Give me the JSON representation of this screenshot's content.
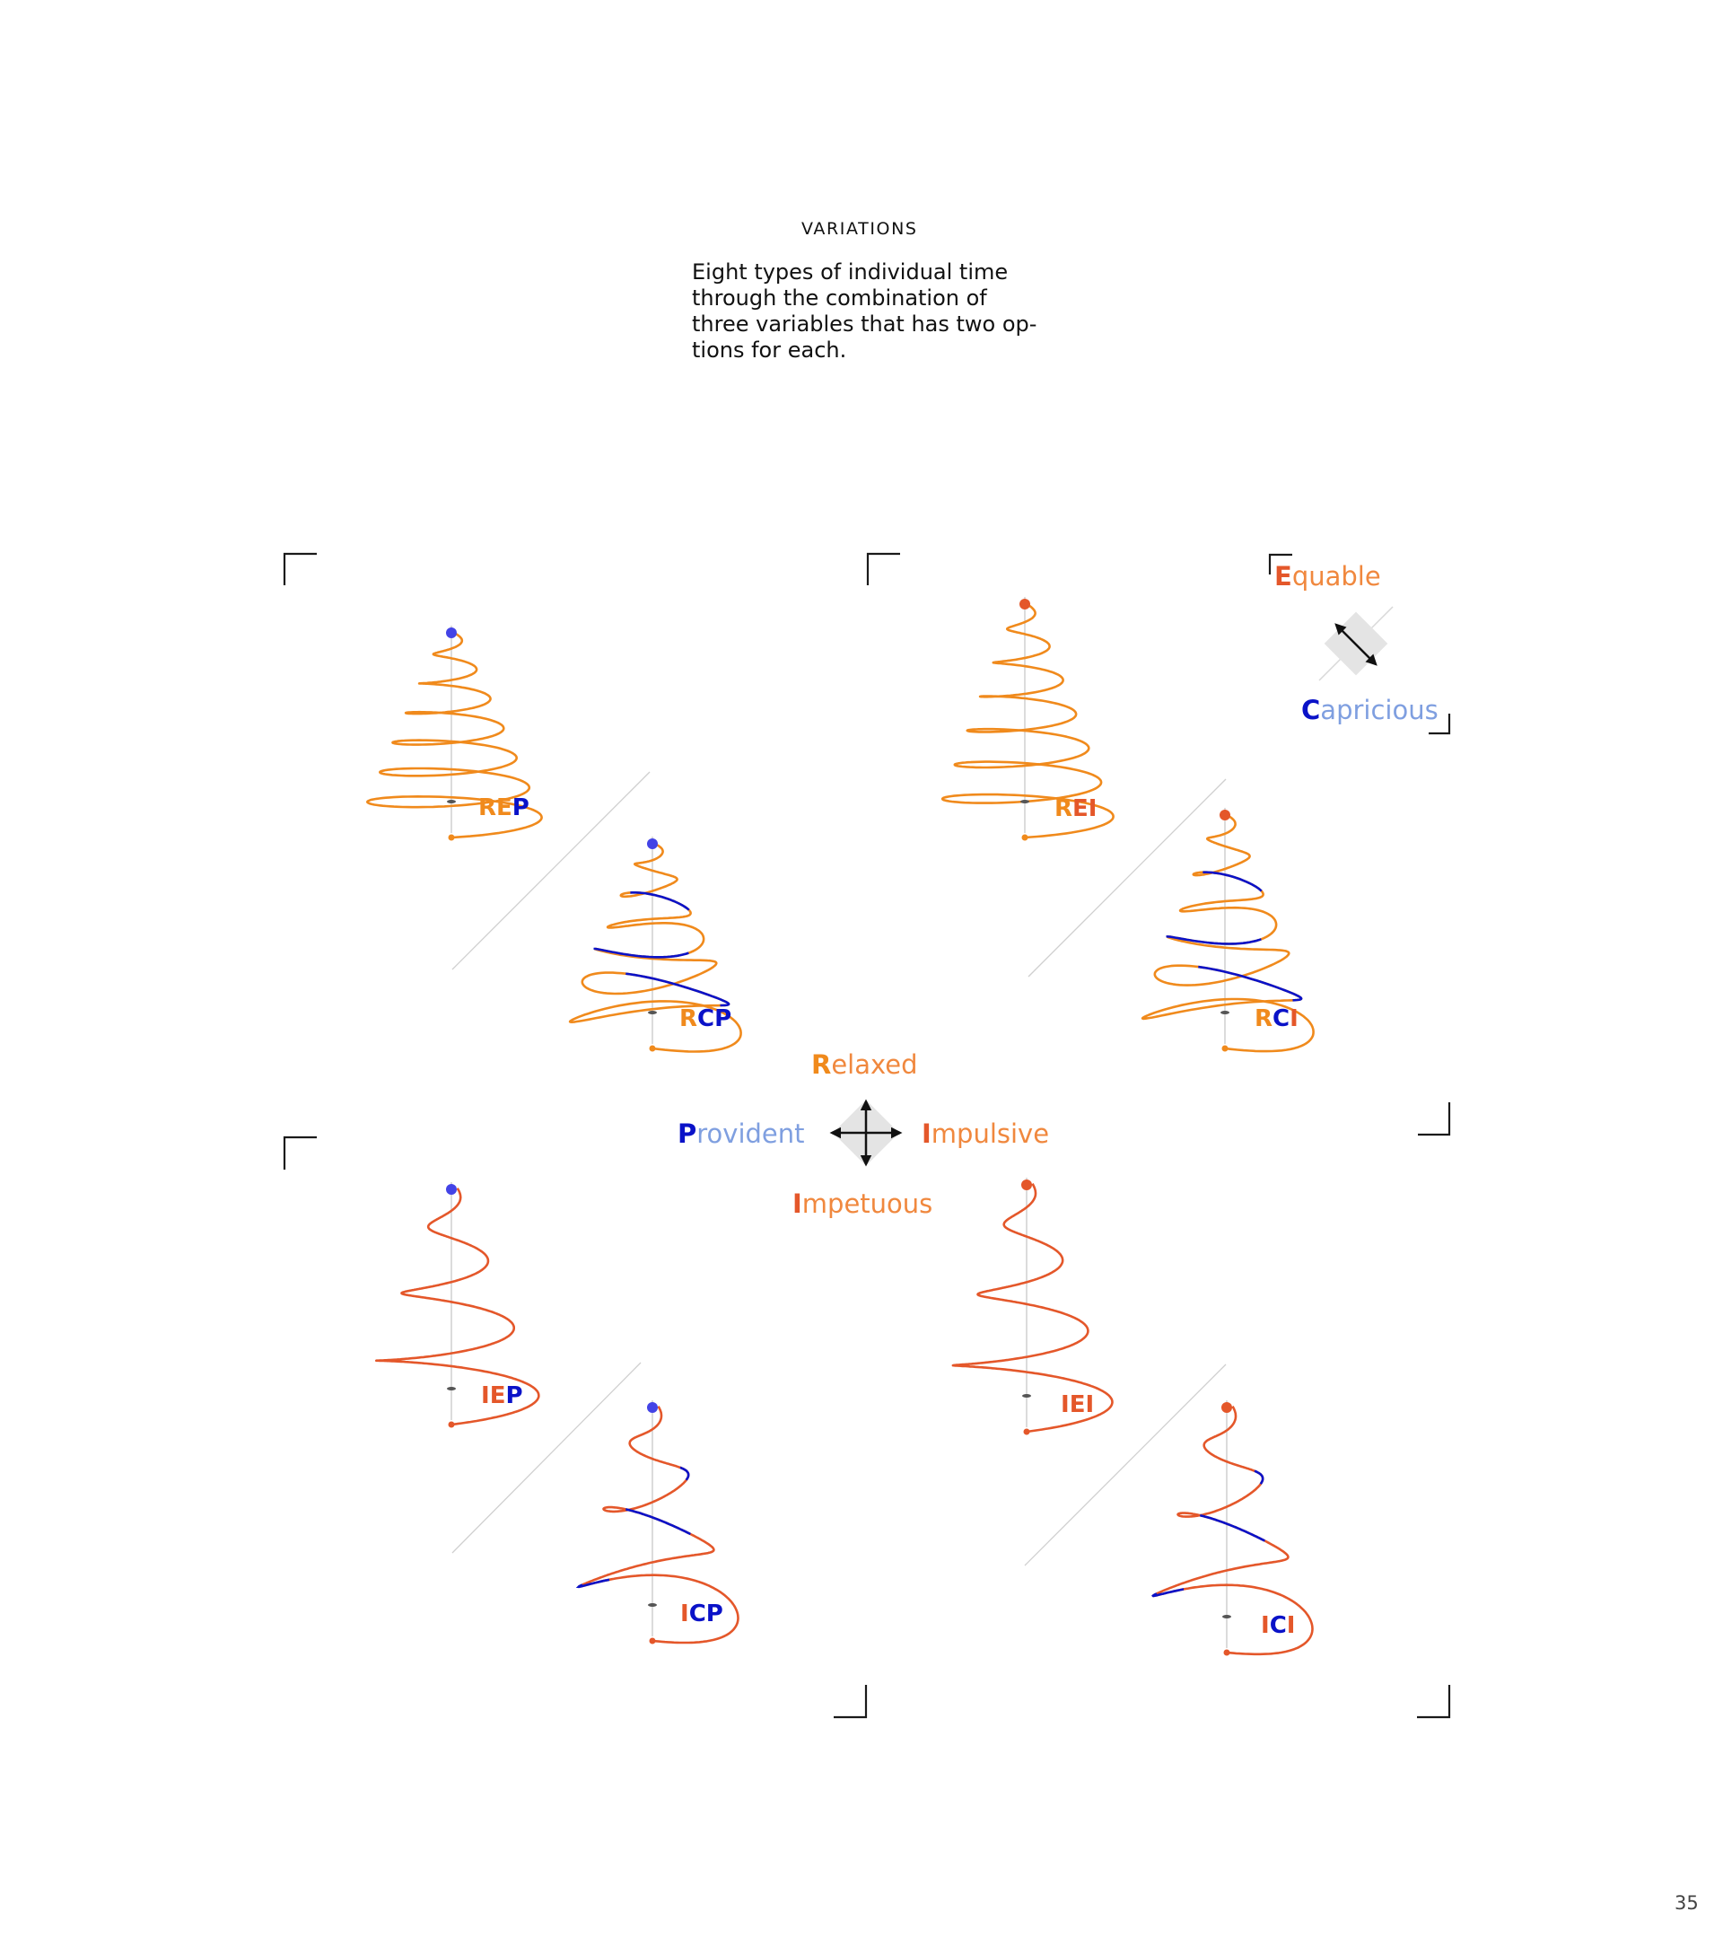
{
  "page": {
    "heading": "VARIATIONS",
    "intro": "Eight types of individual time\nthrough the combination of\nthree variables that has two op-\ntions for each.",
    "page_number": "35"
  },
  "legend": {
    "relaxed": {
      "initial": "R",
      "rest": "elaxed"
    },
    "impetuous": {
      "initial": "I",
      "rest": "mpetuous"
    },
    "provident": {
      "initial": "P",
      "rest": "rovident"
    },
    "impulsive": {
      "initial": "I",
      "rest": "mpulsive"
    },
    "equable": {
      "initial": "E",
      "rest": "quable"
    },
    "capricious": {
      "initial": "C",
      "rest": "apricious"
    }
  },
  "colors": {
    "relaxed": "#f08a1c",
    "impetuous": "#e4572a",
    "provident": "#0a12c8",
    "capricious_text": "#7f9fe0",
    "equable_text": "#f0883e",
    "axis": "#c8c8c8",
    "arrow_bg": "#e4e4e4",
    "frame": "#1a1a1a"
  },
  "variants": [
    {
      "code": "REP",
      "letters": [
        {
          "ch": "R",
          "color": "relaxed"
        },
        {
          "ch": "E",
          "color": "relaxed"
        },
        {
          "ch": "P",
          "color": "provident"
        }
      ],
      "tip": "provident"
    },
    {
      "code": "RCP",
      "letters": [
        {
          "ch": "R",
          "color": "relaxed"
        },
        {
          "ch": "C",
          "color": "provident"
        },
        {
          "ch": "P",
          "color": "provident"
        }
      ],
      "tip": "provident"
    },
    {
      "code": "REI",
      "letters": [
        {
          "ch": "R",
          "color": "relaxed"
        },
        {
          "ch": "E",
          "color": "impetuous"
        },
        {
          "ch": "I",
          "color": "impetuous"
        }
      ],
      "tip": "impetuous"
    },
    {
      "code": "RCI",
      "letters": [
        {
          "ch": "R",
          "color": "relaxed"
        },
        {
          "ch": "C",
          "color": "provident"
        },
        {
          "ch": "I",
          "color": "impetuous"
        }
      ],
      "tip": "impetuous"
    },
    {
      "code": "IEP",
      "letters": [
        {
          "ch": "I",
          "color": "impetuous"
        },
        {
          "ch": "E",
          "color": "impetuous"
        },
        {
          "ch": "P",
          "color": "provident"
        }
      ],
      "tip": "provident"
    },
    {
      "code": "ICP",
      "letters": [
        {
          "ch": "I",
          "color": "impetuous"
        },
        {
          "ch": "C",
          "color": "provident"
        },
        {
          "ch": "P",
          "color": "provident"
        }
      ],
      "tip": "provident"
    },
    {
      "code": "IEI",
      "letters": [
        {
          "ch": "I",
          "color": "impetuous"
        },
        {
          "ch": "E",
          "color": "impetuous"
        },
        {
          "ch": "I",
          "color": "impetuous"
        }
      ],
      "tip": "impetuous"
    },
    {
      "code": "ICI",
      "letters": [
        {
          "ch": "I",
          "color": "impetuous"
        },
        {
          "ch": "C",
          "color": "provident"
        },
        {
          "ch": "I",
          "color": "impetuous"
        }
      ],
      "tip": "impetuous"
    }
  ]
}
